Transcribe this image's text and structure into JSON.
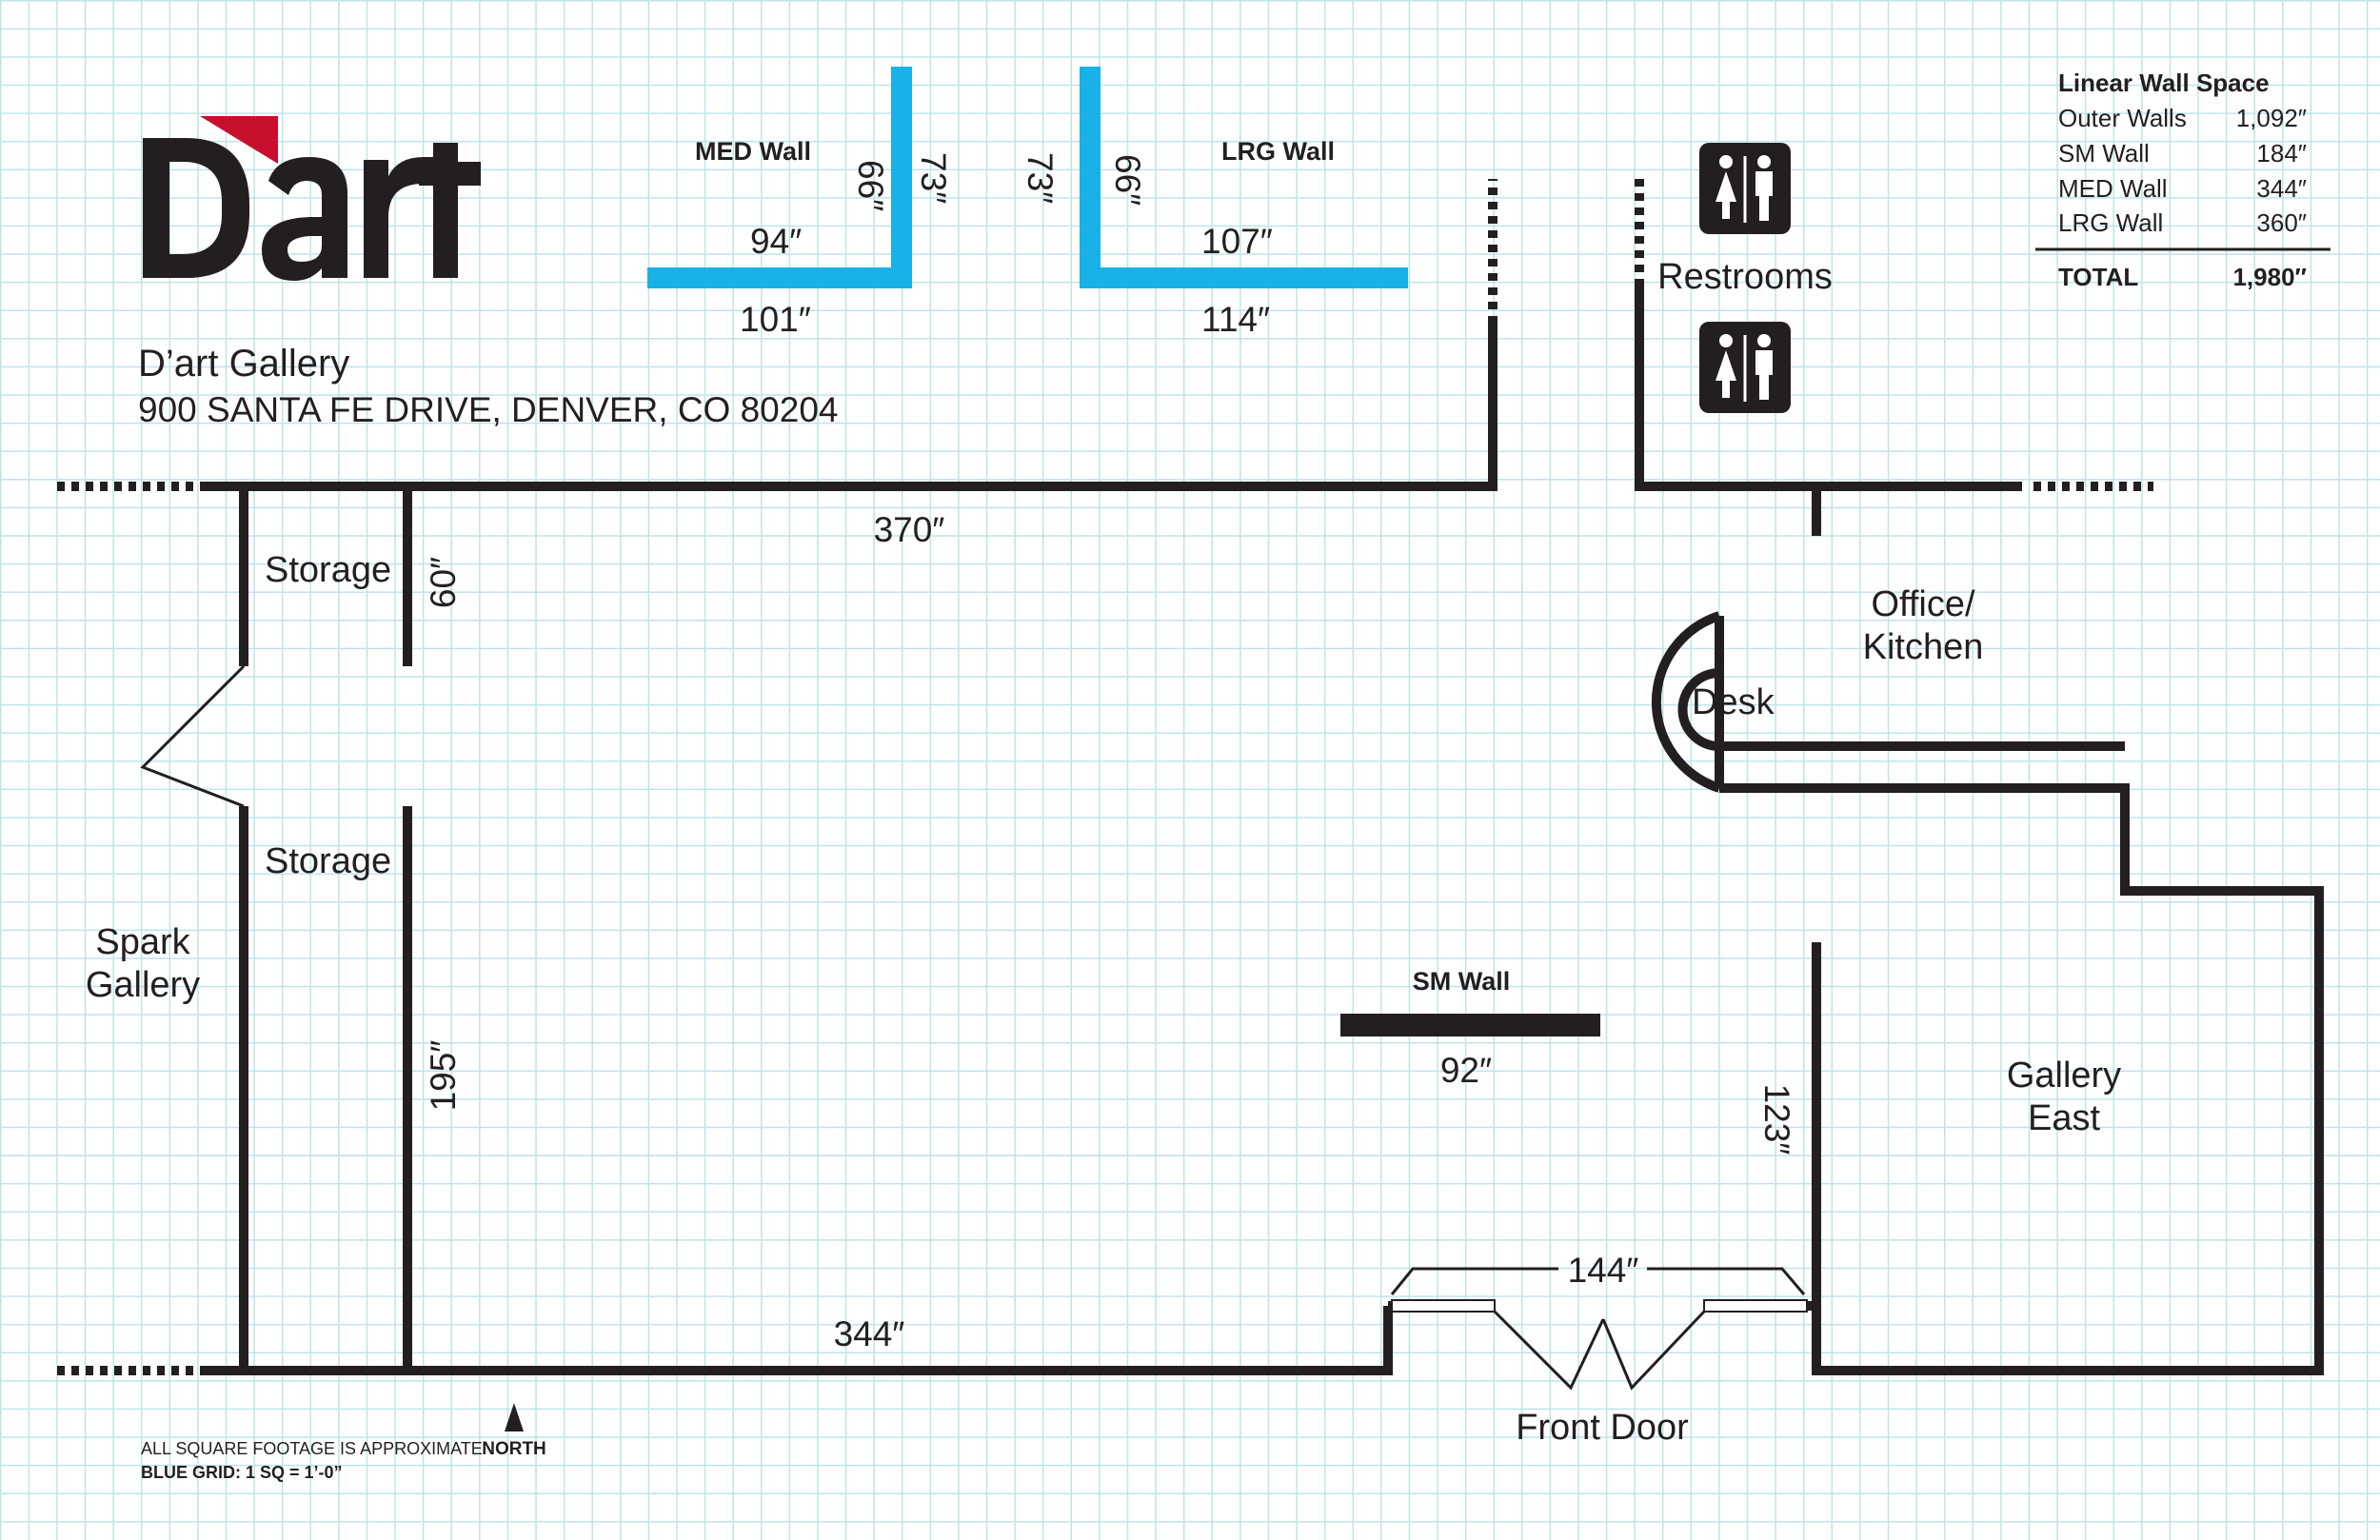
{
  "brand": {
    "logo_text": "D'art",
    "gallery_name": "D’art Gallery",
    "address": "900 SANTA FE DRIVE, DENVER, CO   80204",
    "logo_color": "#231f20",
    "accent_color": "#c8102e"
  },
  "free_walls": {
    "med": {
      "title": "MED Wall",
      "outer_vertical": "73″",
      "inner_vertical": "66″",
      "inner_horizontal": "94″",
      "outer_horizontal": "101″"
    },
    "lrg": {
      "title": "LRG Wall",
      "outer_vertical": "73″",
      "inner_vertical": "66″",
      "inner_horizontal": "107″",
      "outer_horizontal": "114″"
    },
    "sm": {
      "title": "SM Wall",
      "length": "92″"
    },
    "color": "#1ab1e8"
  },
  "summary": {
    "heading": "Linear Wall Space",
    "rows": [
      {
        "label": "Outer Walls",
        "value": "1,092″"
      },
      {
        "label": "SM Wall",
        "value": "184″"
      },
      {
        "label": "MED Wall",
        "value": "344″"
      },
      {
        "label": "LRG Wall",
        "value": "360″"
      }
    ],
    "total_label": "TOTAL",
    "total_value": "1,980″"
  },
  "rooms": {
    "restrooms": "Restrooms",
    "storage_top": "Storage",
    "storage_bottom": "Storage",
    "spark_line1": "Spark",
    "spark_line2": "Gallery",
    "office_line1": "Office/",
    "office_line2": "Kitchen",
    "desk": "Desk",
    "gallery_east_line1": "Gallery",
    "gallery_east_line2": "East",
    "front_door": "Front Door"
  },
  "dimensions": {
    "north_wall": "370″",
    "south_wall": "344″",
    "storage_partition": "60″",
    "west_partition": "195″",
    "east_partition": "123″",
    "front_entry": "144″"
  },
  "notes": {
    "square_footage": "ALL SQUARE FOOTAGE IS APPROXIMATE",
    "grid": "BLUE GRID: 1 SQ = 1’-0”",
    "north": "NORTH"
  },
  "icons": {
    "restroom_top": "restroom-icon",
    "restroom_bottom": "restroom-icon",
    "north_arrow": "north-arrow-icon"
  }
}
